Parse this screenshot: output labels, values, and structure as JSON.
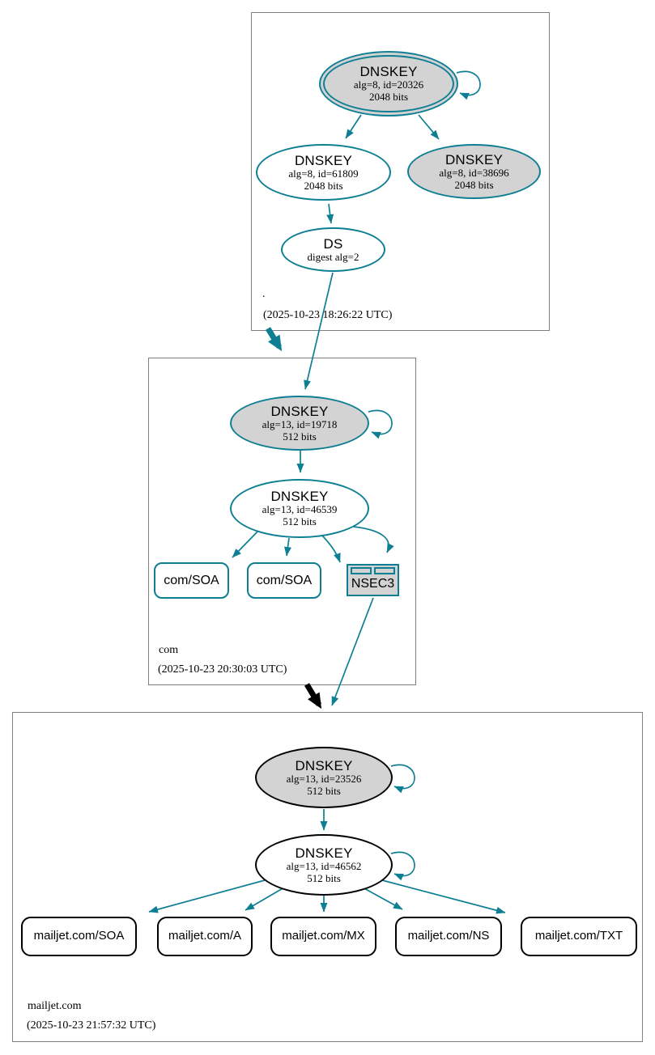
{
  "colors": {
    "secure": "#0e7f93",
    "insecure": "#000000",
    "node_fill": "#d3d3d3",
    "zone_border": "#808080"
  },
  "root_zone": {
    "label": ".",
    "timestamp": "(2025-10-23 18:26:22 UTC)",
    "ksk": {
      "title": "DNSKEY",
      "alg": "alg=8, id=20326",
      "bits": "2048 bits"
    },
    "zsk": {
      "title": "DNSKEY",
      "alg": "alg=8, id=61809",
      "bits": "2048 bits"
    },
    "key_38696": {
      "title": "DNSKEY",
      "alg": "alg=8, id=38696",
      "bits": "2048 bits"
    },
    "ds": {
      "title": "DS",
      "detail": "digest alg=2"
    }
  },
  "com_zone": {
    "label": "com",
    "timestamp": "(2025-10-23 20:30:03 UTC)",
    "ksk": {
      "title": "DNSKEY",
      "alg": "alg=13, id=19718",
      "bits": "512 bits"
    },
    "zsk": {
      "title": "DNSKEY",
      "alg": "alg=13, id=46539",
      "bits": "512 bits"
    },
    "soa1": {
      "label": "com/SOA"
    },
    "soa2": {
      "label": "com/SOA"
    },
    "nsec3": {
      "label": "NSEC3"
    }
  },
  "mailjet_zone": {
    "label": "mailjet.com",
    "timestamp": "(2025-10-23 21:57:32 UTC)",
    "ksk": {
      "title": "DNSKEY",
      "alg": "alg=13, id=23526",
      "bits": "512 bits"
    },
    "zsk": {
      "title": "DNSKEY",
      "alg": "alg=13, id=46562",
      "bits": "512 bits"
    },
    "rrsets": [
      {
        "label": "mailjet.com/SOA"
      },
      {
        "label": "mailjet.com/A"
      },
      {
        "label": "mailjet.com/MX"
      },
      {
        "label": "mailjet.com/NS"
      },
      {
        "label": "mailjet.com/TXT"
      }
    ]
  }
}
